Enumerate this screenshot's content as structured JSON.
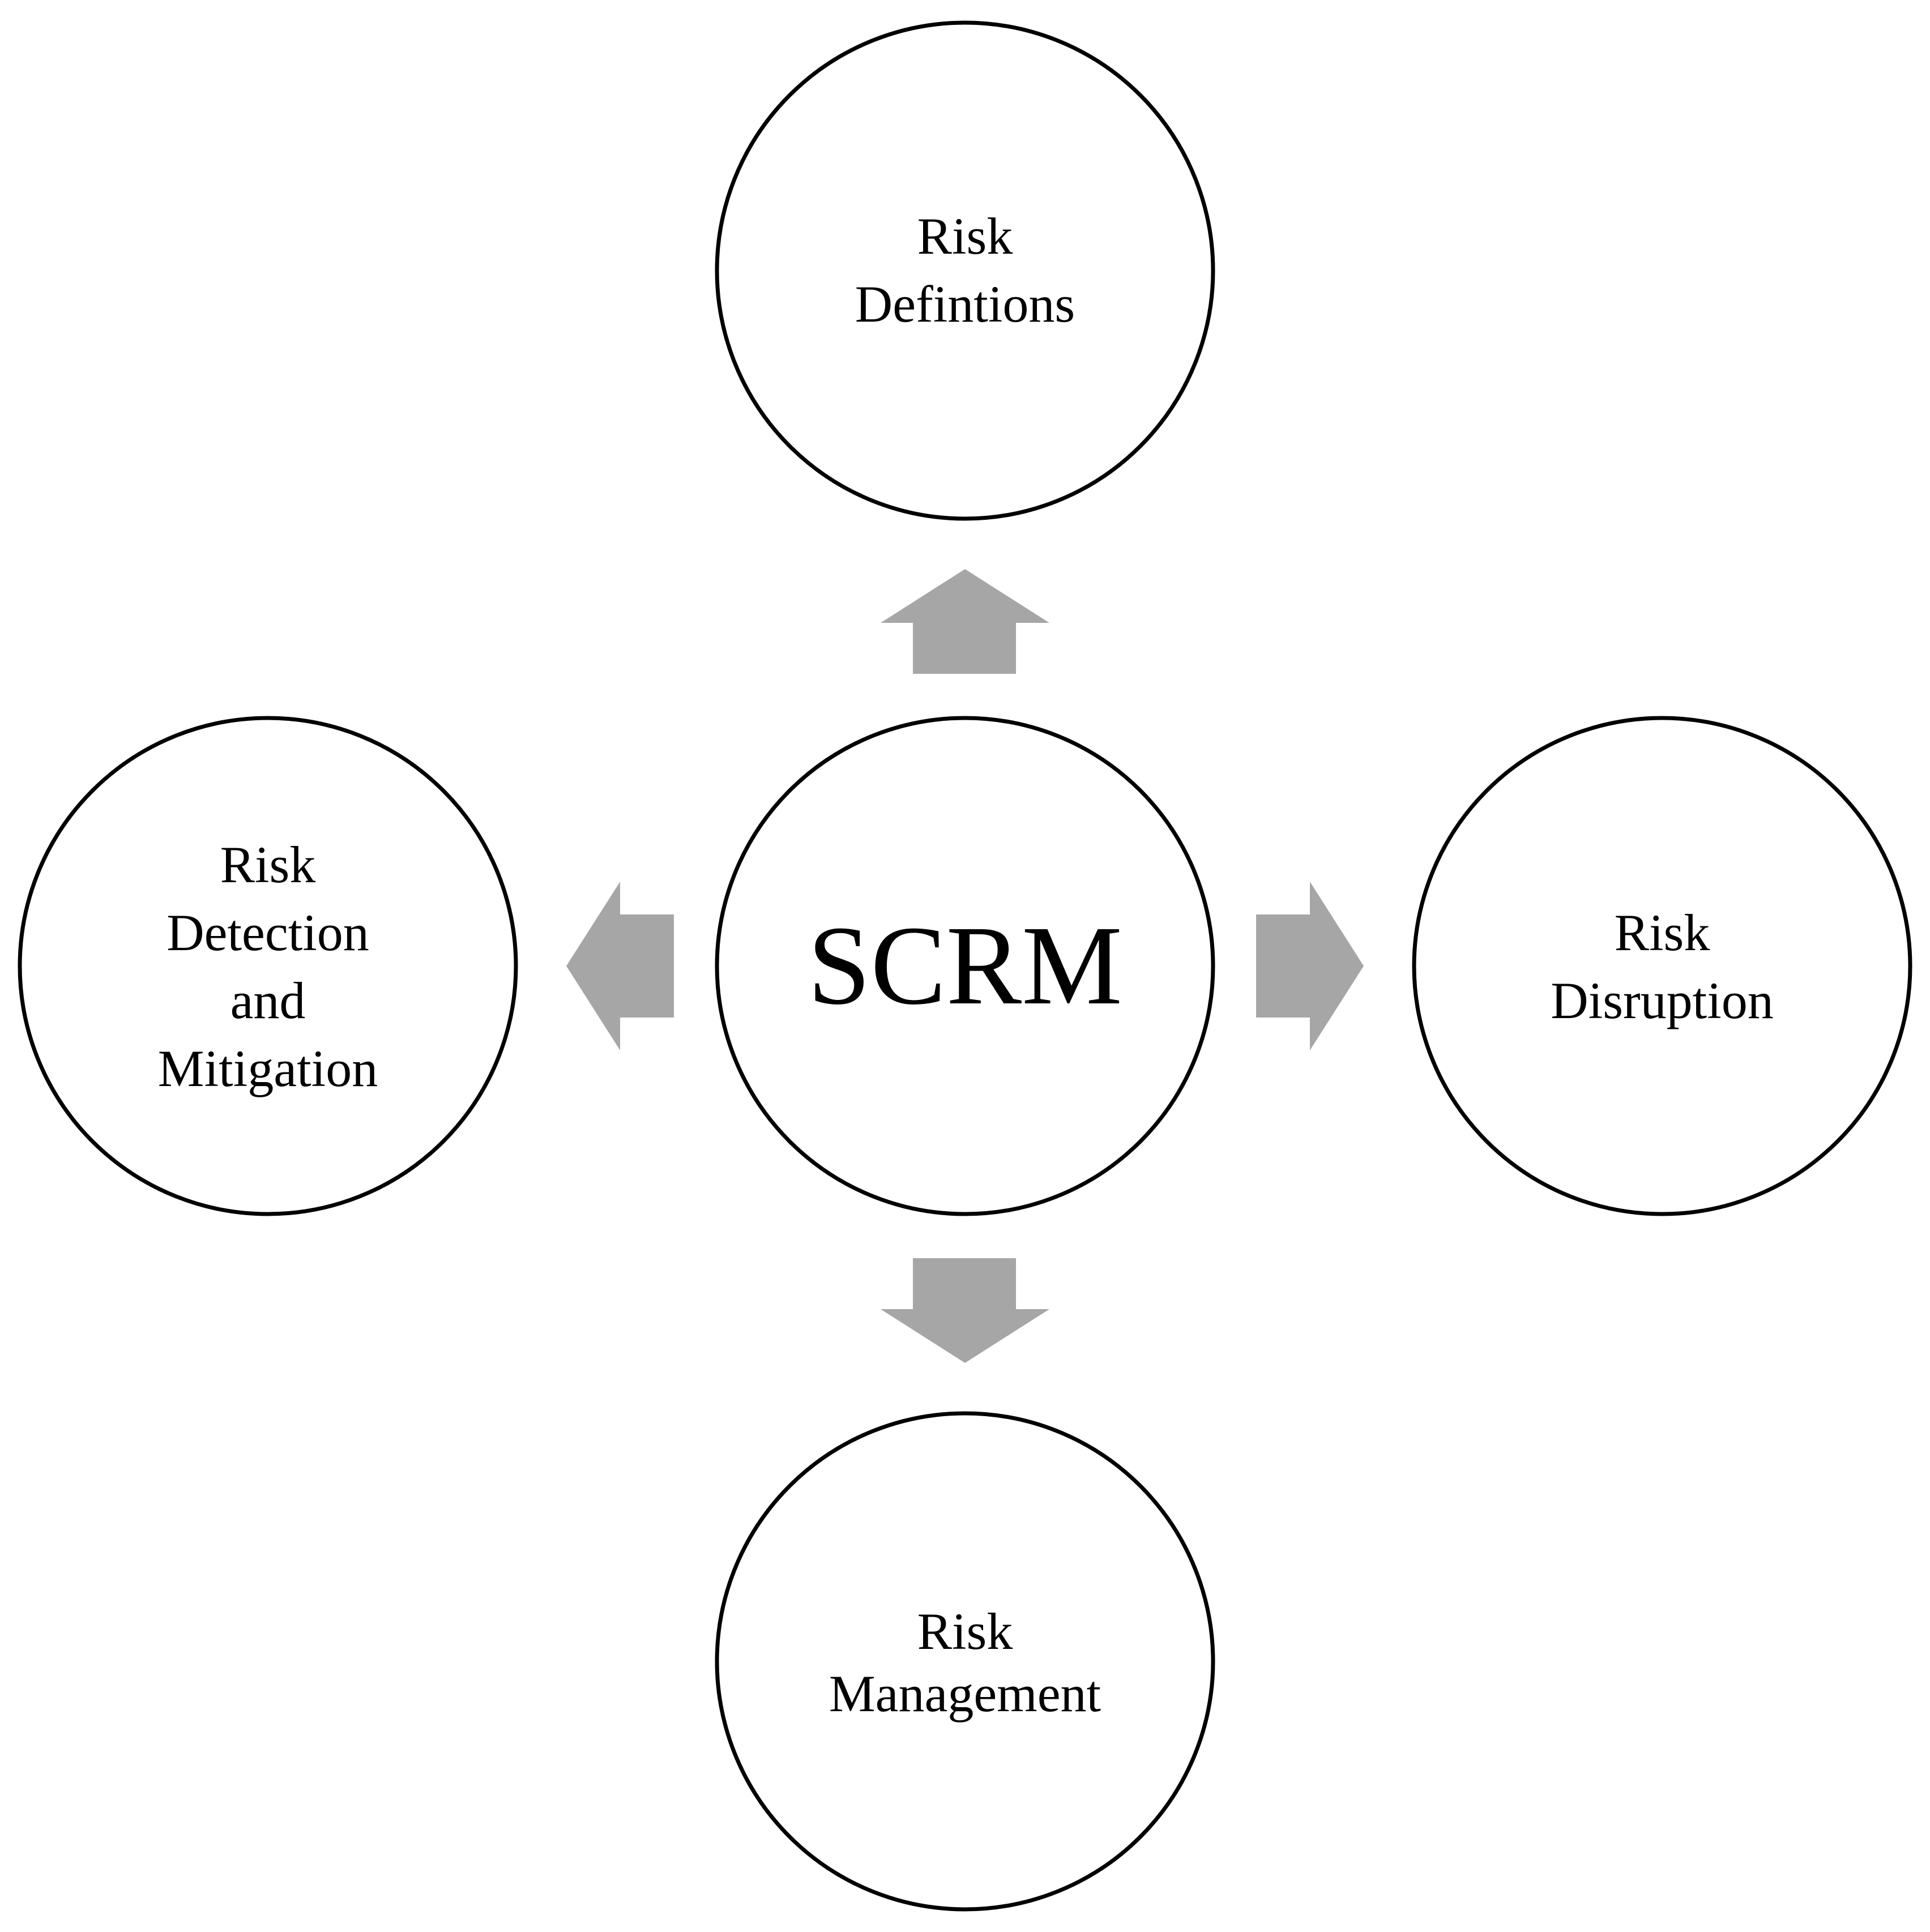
{
  "diagram": {
    "center": {
      "label": "SCRM"
    },
    "nodes": {
      "top": {
        "lines": [
          "Risk",
          "Defintions"
        ]
      },
      "right": {
        "lines": [
          "Risk",
          "Disruption"
        ]
      },
      "bottom": {
        "lines": [
          "Risk",
          "Management"
        ]
      },
      "left": {
        "lines": [
          "Risk",
          "Detection",
          "and",
          "Mitigation"
        ]
      }
    },
    "colors": {
      "arrow": "#a6a6a6",
      "stroke": "#000000",
      "background": "#ffffff"
    }
  }
}
